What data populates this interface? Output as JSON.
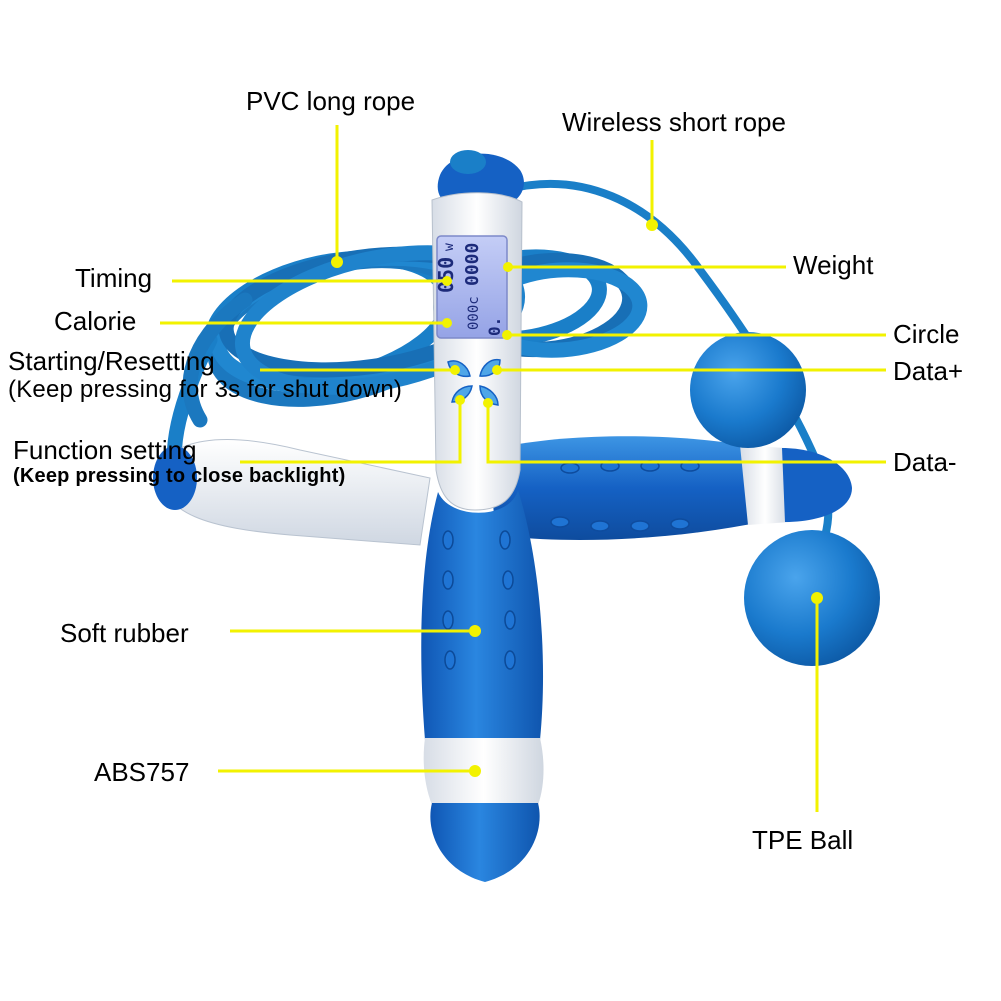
{
  "labels": {
    "pvc_long_rope": "PVC long rope",
    "wireless_short_rope": "Wireless short rope",
    "timing": "Timing",
    "weight": "Weight",
    "calorie": "Calorie",
    "circle": "Circle",
    "starting_resetting": "Starting/Resetting",
    "starting_resetting_note": "(Keep pressing for 3s for shut down)",
    "data_plus": "Data+",
    "function_setting": "Function setting",
    "function_setting_note": "(Keep pressing to close backlight)",
    "data_minus": "Data-",
    "soft_rubber": "Soft rubber",
    "abs757": "ABS757",
    "tpe_ball": "TPE Ball"
  },
  "display": {
    "row1_prefix": "w",
    "row1_value": "050",
    "row2_left": "0000",
    "row2_right": "000c",
    "circle_value": "0."
  },
  "colors": {
    "rope_blue": "#1a7fc8",
    "handle_blue": "#1561c4",
    "handle_white": "#f2f4f7",
    "ball_blue": "#1f86d4",
    "leader_yellow": "#f2f200",
    "lcd": "#aeb9f0"
  }
}
